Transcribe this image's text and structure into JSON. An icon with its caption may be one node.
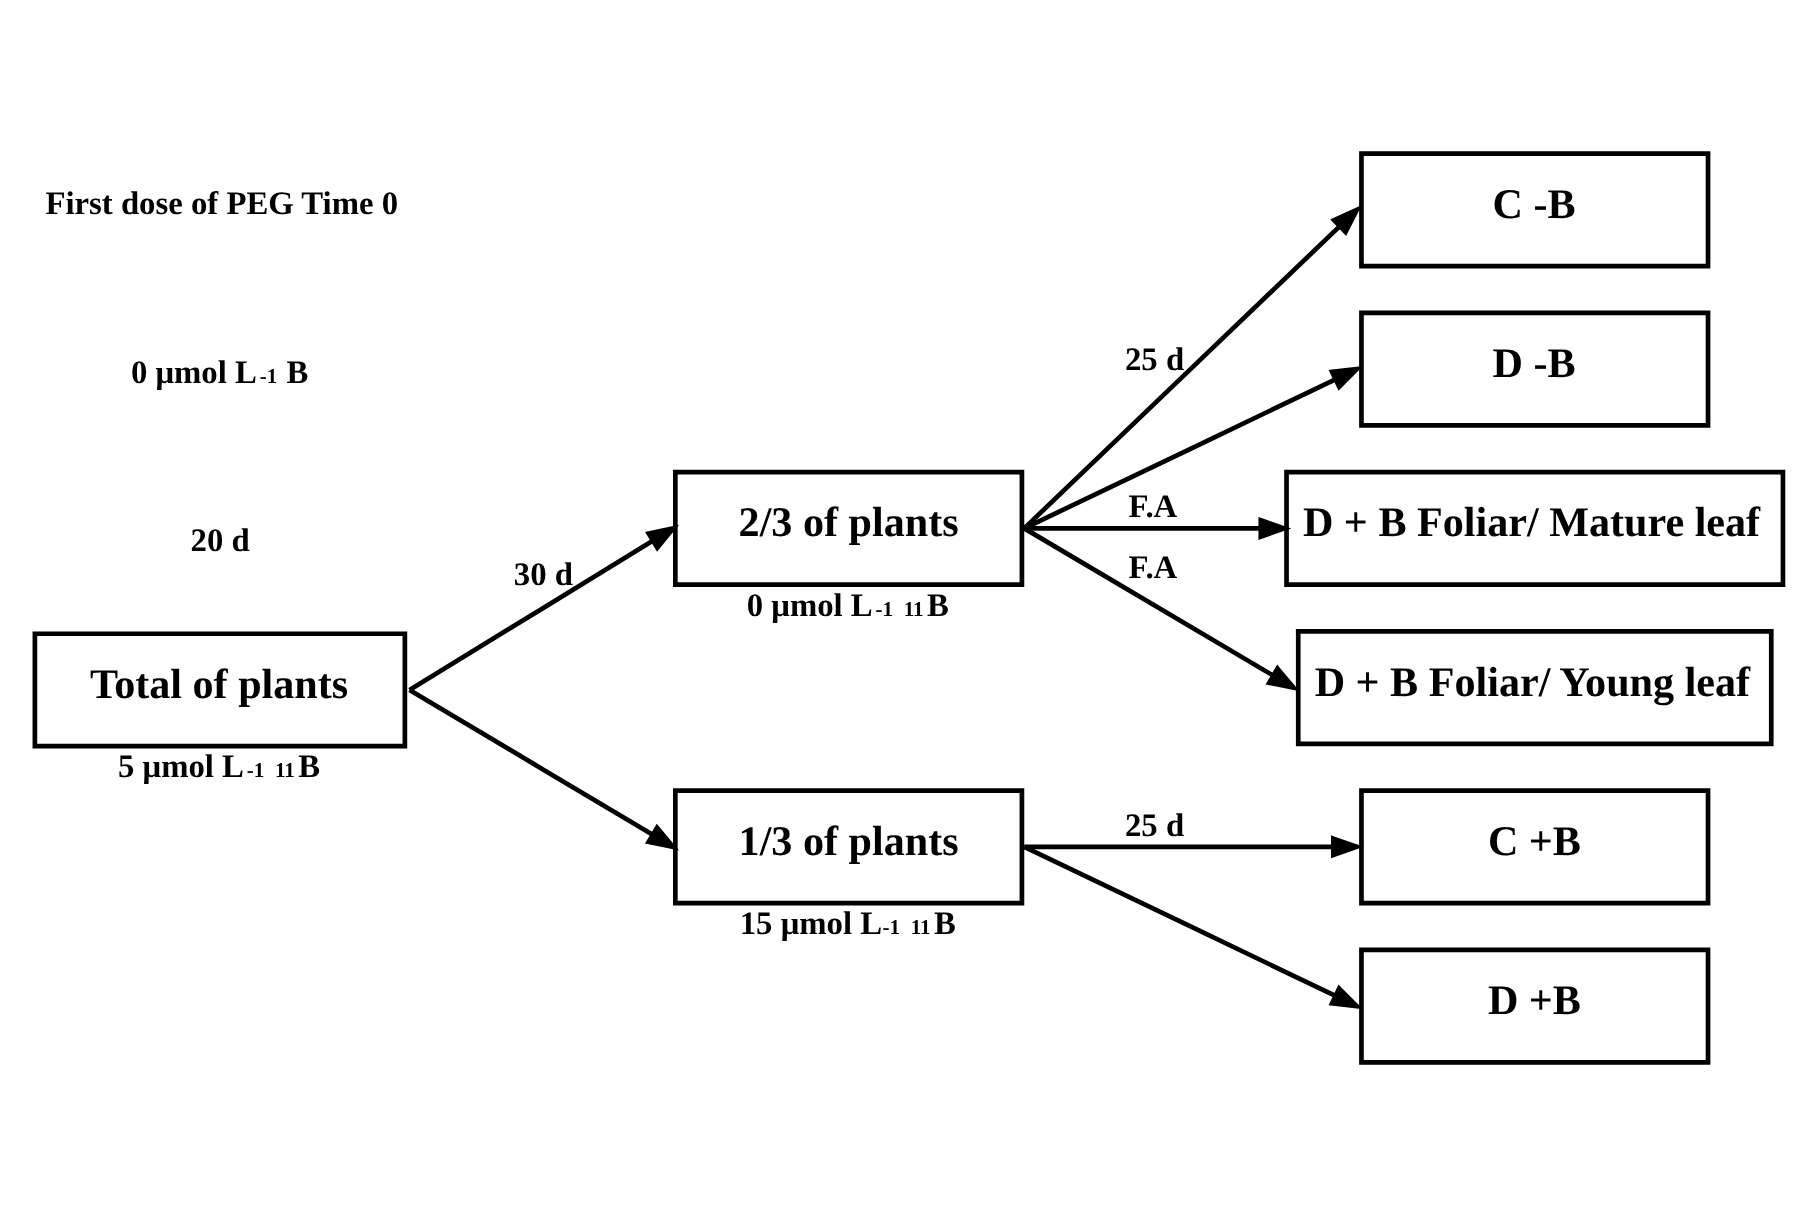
{
  "diagram": {
    "nodes": [
      {
        "text": [
          "Total of plants"
        ],
        "beside": [
          "5 μmol L$^{-1}$ $^{11}$B"
        ]
      },
      {
        "text": [
          "2/3 of plants"
        ],
        "beside": [
          "0 μmol L$^{-1}$ $^{11}$B"
        ]
      },
      {
        "text": [
          "1/3 of plants"
        ],
        "beside": [
          "15 μmol L$^{-1}$ $^{11}$B"
        ]
      },
      {
        "text": [
          "C -B"
        ]
      },
      {
        "text": [
          "D -B"
        ]
      },
      {
        "text": [
          "D + B Foliar/ Mature leaf"
        ]
      },
      {
        "text": [
          "D + B Foliar/ Young leaf"
        ]
      },
      {
        "text": [
          "C +B"
        ]
      },
      {
        "text": [
          "D +B"
        ]
      }
    ],
    "edges": [
      {
        "from": 0,
        "to": 1,
        "arrow": "to",
        "label": "30 d"
      },
      {
        "from": 0,
        "to": 2,
        "arrow": "to"
      },
      {
        "from": 1,
        "to": 3,
        "arrow": "to",
        "label": "25 d"
      },
      {
        "from": 1,
        "to": 4,
        "arrow": "to"
      },
      {
        "from": 1,
        "to": 5,
        "arrow": "to",
        "label": "F.A"
      },
      {
        "from": 1,
        "to": 6,
        "arrow": "to",
        "label": "F.A"
      },
      {
        "from": 2,
        "to": 7,
        "arrow": "to",
        "label": "25 d"
      },
      {
        "from": 2,
        "to": 8,
        "arrow": "to"
      }
    ],
    "labels": [
      "First dose of PEG Time 0",
      "0 μmol L$^{-1}$ B",
      "20 d"
    ]
  }
}
